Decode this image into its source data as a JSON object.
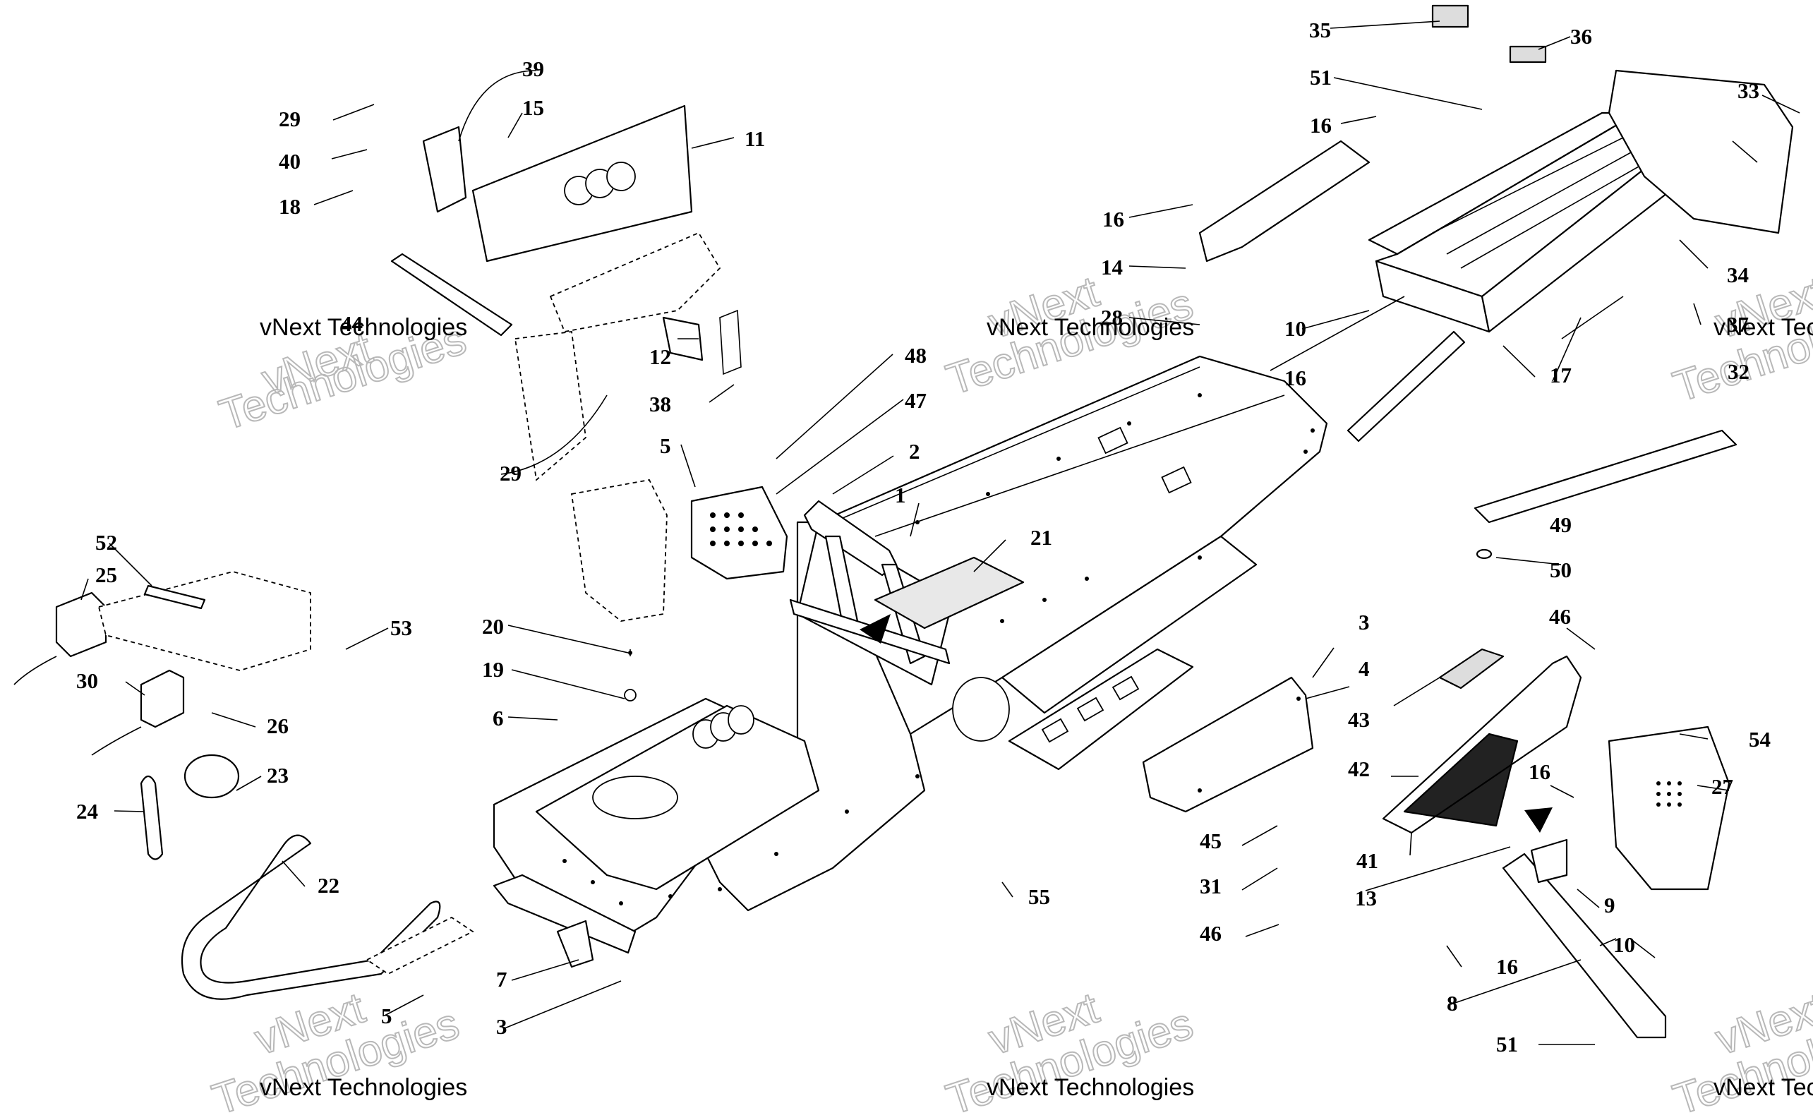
{
  "diagram": {
    "watermark_small": "vNext Technologies",
    "watermark_big_line1": "vNext",
    "watermark_big_line2": "Technologies",
    "callouts": [
      {
        "id": "c1",
        "text": "1"
      },
      {
        "id": "c2",
        "text": "2"
      },
      {
        "id": "c3a",
        "text": "3"
      },
      {
        "id": "c3b",
        "text": "3"
      },
      {
        "id": "c4",
        "text": "4"
      },
      {
        "id": "c5a",
        "text": "5"
      },
      {
        "id": "c5b",
        "text": "5"
      },
      {
        "id": "c6",
        "text": "6"
      },
      {
        "id": "c7",
        "text": "7"
      },
      {
        "id": "c8",
        "text": "8"
      },
      {
        "id": "c9",
        "text": "9"
      },
      {
        "id": "c10a",
        "text": "10"
      },
      {
        "id": "c10b",
        "text": "10"
      },
      {
        "id": "c11",
        "text": "11"
      },
      {
        "id": "c12",
        "text": "12"
      },
      {
        "id": "c13",
        "text": "13"
      },
      {
        "id": "c14",
        "text": "14"
      },
      {
        "id": "c15",
        "text": "15"
      },
      {
        "id": "c16a",
        "text": "16"
      },
      {
        "id": "c16b",
        "text": "16"
      },
      {
        "id": "c16c",
        "text": "16"
      },
      {
        "id": "c16d",
        "text": "16"
      },
      {
        "id": "c16e",
        "text": "16"
      },
      {
        "id": "c17",
        "text": "17"
      },
      {
        "id": "c18",
        "text": "18"
      },
      {
        "id": "c19",
        "text": "19"
      },
      {
        "id": "c20",
        "text": "20"
      },
      {
        "id": "c21",
        "text": "21"
      },
      {
        "id": "c22",
        "text": "22"
      },
      {
        "id": "c23",
        "text": "23"
      },
      {
        "id": "c24",
        "text": "24"
      },
      {
        "id": "c25",
        "text": "25"
      },
      {
        "id": "c26",
        "text": "26"
      },
      {
        "id": "c27",
        "text": "27"
      },
      {
        "id": "c28",
        "text": "28"
      },
      {
        "id": "c29a",
        "text": "29"
      },
      {
        "id": "c29b",
        "text": "29"
      },
      {
        "id": "c30",
        "text": "30"
      },
      {
        "id": "c31",
        "text": "31"
      },
      {
        "id": "c32",
        "text": "32"
      },
      {
        "id": "c33",
        "text": "33"
      },
      {
        "id": "c34",
        "text": "34"
      },
      {
        "id": "c35",
        "text": "35"
      },
      {
        "id": "c36",
        "text": "36"
      },
      {
        "id": "c37",
        "text": "37"
      },
      {
        "id": "c38",
        "text": "38"
      },
      {
        "id": "c39",
        "text": "39"
      },
      {
        "id": "c40",
        "text": "40"
      },
      {
        "id": "c41",
        "text": "41"
      },
      {
        "id": "c42",
        "text": "42"
      },
      {
        "id": "c43",
        "text": "43"
      },
      {
        "id": "c44",
        "text": "44"
      },
      {
        "id": "c45",
        "text": "45"
      },
      {
        "id": "c46a",
        "text": "46"
      },
      {
        "id": "c46b",
        "text": "46"
      },
      {
        "id": "c47",
        "text": "47"
      },
      {
        "id": "c48",
        "text": "48"
      },
      {
        "id": "c49",
        "text": "49"
      },
      {
        "id": "c50",
        "text": "50"
      },
      {
        "id": "c51a",
        "text": "51"
      },
      {
        "id": "c51b",
        "text": "51"
      },
      {
        "id": "c52",
        "text": "52"
      },
      {
        "id": "c53",
        "text": "53"
      },
      {
        "id": "c54",
        "text": "54"
      },
      {
        "id": "c55",
        "text": "55"
      }
    ]
  }
}
